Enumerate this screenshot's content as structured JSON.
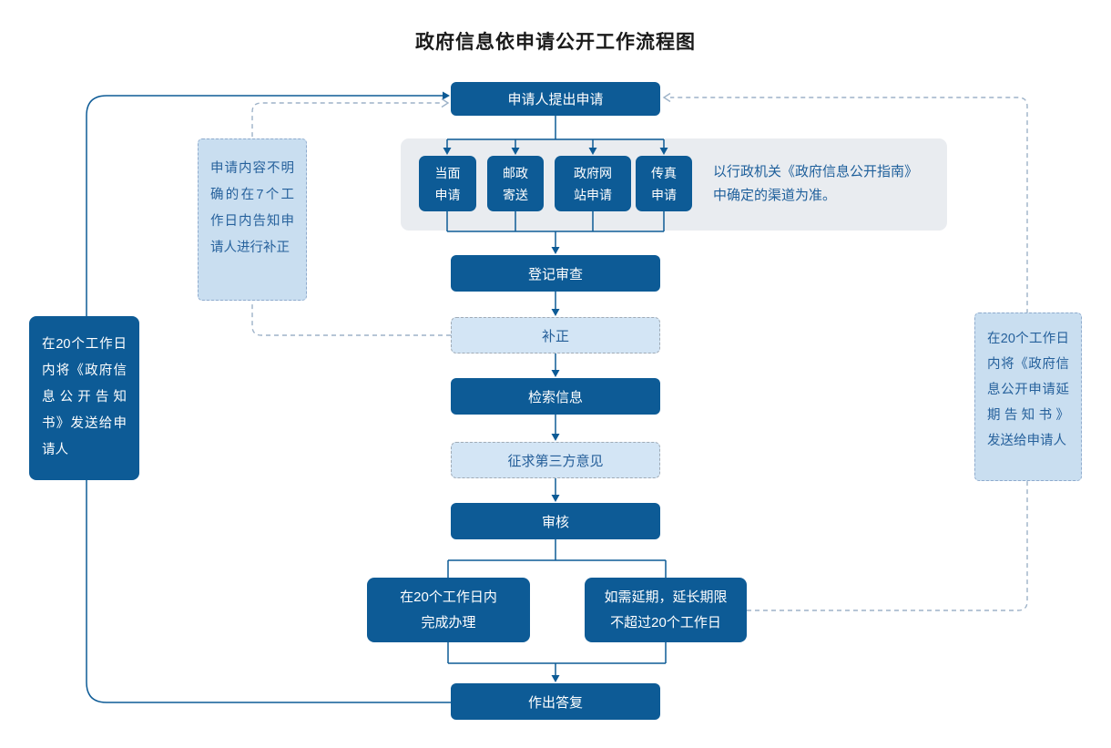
{
  "title": "政府信息依申请公开工作流程图",
  "nodes": {
    "apply": "申请人提出申请",
    "channels": [
      "当面\n申请",
      "邮政\n寄送",
      "政府网\n站申请",
      "传真\n申请"
    ],
    "channels_note": "以行政机关《政府信息公开指南》\n中确定的渠道为准。",
    "register": "登记审查",
    "correction": "补正",
    "search": "检索信息",
    "third_party": "征求第三方意见",
    "review": "审核",
    "complete": "在20个工作日内\n完成办理",
    "extension": "如需延期，延长期限\n不超过20个工作日",
    "reply": "作出答复"
  },
  "annotations": {
    "left_solid": "在20个工作日内将《政府信息公开告知书》发送给申请人",
    "left_dashed": "申请内容不明确的在7个工作日内告知申请人进行补正",
    "right_dashed": "在20个工作日内将《政府信息公开申请延期告知书》 发送给申请人"
  },
  "colors": {
    "primary_blue": "#0d5b96",
    "light_blue_row_fill": "#d3e5f5",
    "side_note_light_fill": "#c9def0",
    "panel_gray": "#e9ecf0",
    "dashed_line": "#9db2c8",
    "note_text_blue": "#1e5f9b"
  }
}
